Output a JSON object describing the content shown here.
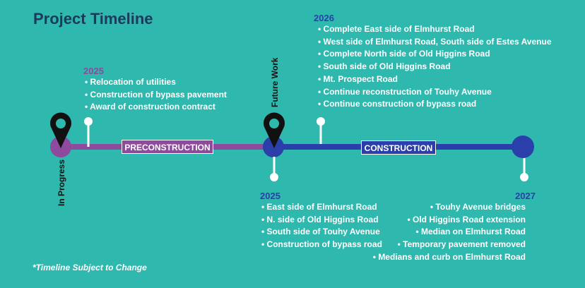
{
  "title": "Project Timeline",
  "footnote": "*Timeline Subject to Change",
  "colors": {
    "background": "#2fb8ae",
    "preconstruction": "#8e4a9c",
    "construction": "#2b3faa",
    "pin": "#111111",
    "title": "#1b3a5c"
  },
  "markers": {
    "in_progress": "In Progress",
    "future_work": "Future Work"
  },
  "phases": {
    "preconstruction": "PRECONSTRUCTION",
    "construction": "CONSTRUCTION"
  },
  "milestones": {
    "pre_2025": {
      "year": "2025",
      "items": [
        "Relocation of utilities",
        "Construction of bypass pavement",
        "Award of construction contract"
      ]
    },
    "con_2025": {
      "year": "2025",
      "items": [
        "East side of Elmhurst Road",
        "N. side of Old Higgins Road",
        "South side of Touhy Avenue",
        "Construction of bypass road"
      ]
    },
    "con_2026": {
      "year": "2026",
      "items": [
        "Complete East side of Elmhurst Road",
        "West side of Elmhurst Road, South side of Estes Avenue",
        "Complete North side of Old Higgins Road",
        "South side of Old Higgins Road",
        "Mt. Prospect Road",
        "Continue reconstruction of Touhy Avenue",
        "Continue construction of bypass road"
      ]
    },
    "con_2027": {
      "year": "2027",
      "items": [
        "Touhy Avenue bridges",
        "Old Higgins Road extension",
        "Median on Elmhurst Road",
        "Temporary pavement removed",
        "Medians and curb on Elmhurst Road"
      ]
    }
  }
}
